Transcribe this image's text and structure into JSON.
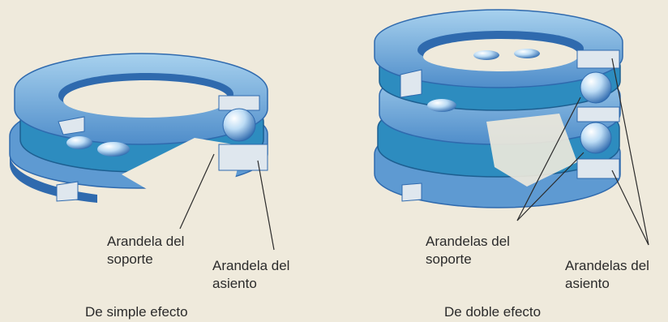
{
  "colors": {
    "background": "#efeadc",
    "washer_light": "#9fcbea",
    "washer_mid": "#5e9ad2",
    "washer_dark": "#2f6aae",
    "cage": "#2d8cbf",
    "cage_dark": "#1d5f91",
    "ball": "#bcdcf5",
    "section": "#dfe7ee",
    "leader_line": "#2b2b2b"
  },
  "left_figure": {
    "caption": "De simple efecto",
    "label_housing": "Arandela del\nsoporte",
    "label_shaft": "Arandela del\nasiento"
  },
  "right_figure": {
    "caption": "De doble efecto",
    "label_housing": "Arandelas del\nsoporte",
    "label_shaft": "Arandelas del\nasiento"
  }
}
